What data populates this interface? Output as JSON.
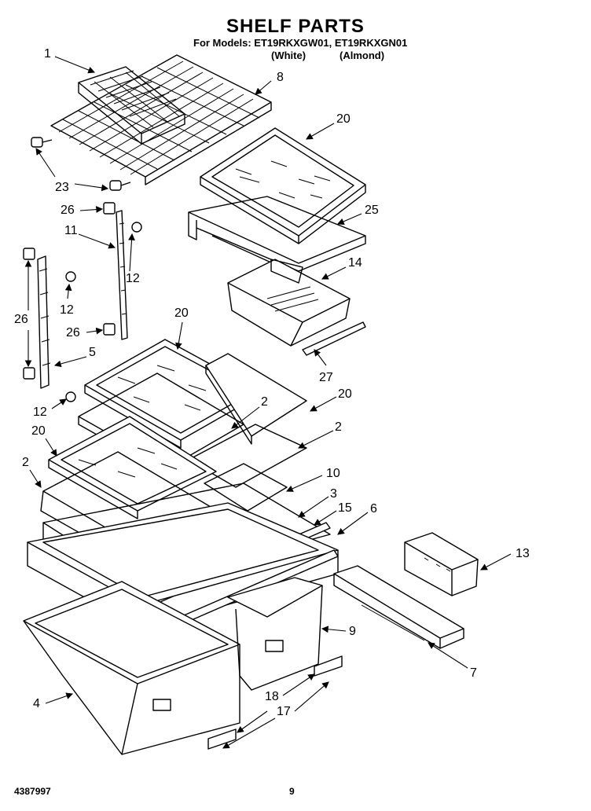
{
  "title": "SHELF PARTS",
  "subtitle": "For Models: ET19RKXGW01, ET19RKXGN01",
  "variant_white": "(White)",
  "variant_almond": "(Almond)",
  "doc_number": "4387997",
  "page_number": "9",
  "callouts": {
    "c1": "1",
    "c8": "8",
    "c20a": "20",
    "c23": "23",
    "c26a": "26",
    "c11": "11",
    "c25": "25",
    "c12a": "12",
    "c14": "14",
    "c12b": "12",
    "c26b": "26",
    "c26c": "26",
    "c20b": "20",
    "c5": "5",
    "c27": "27",
    "c2a": "2",
    "c20c": "20",
    "c12c": "12",
    "c20d": "20",
    "c2b": "2",
    "c2c": "2",
    "c10": "10",
    "c3": "3",
    "c15": "15",
    "c6": "6",
    "c13": "13",
    "c9": "9",
    "c7": "7",
    "c4": "4",
    "c18": "18",
    "c17": "17"
  }
}
